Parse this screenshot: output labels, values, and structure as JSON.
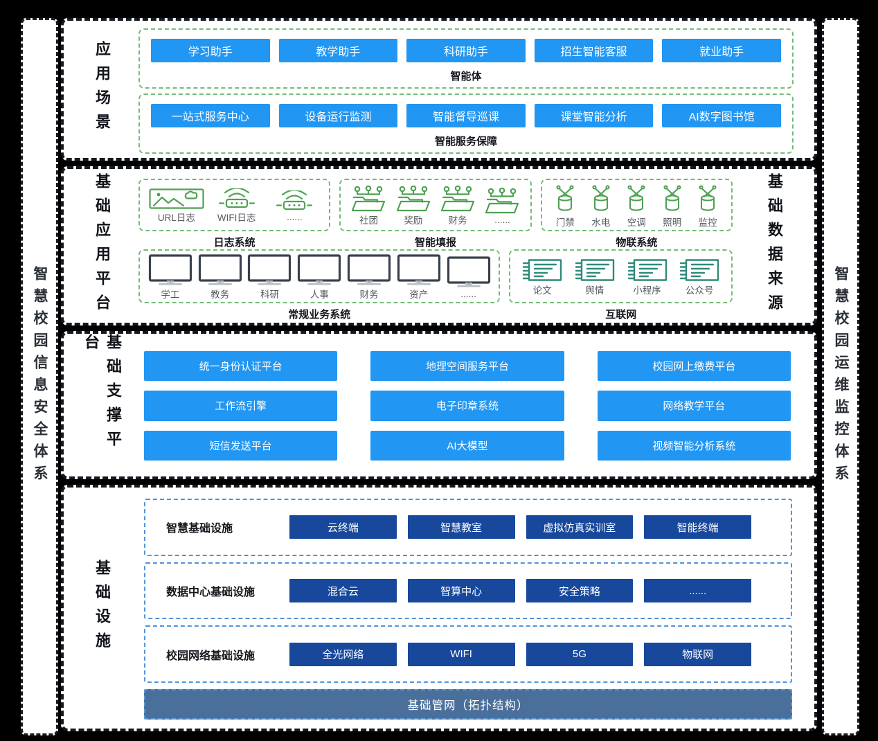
{
  "colors": {
    "background": "#000000",
    "panel": "#ffffff",
    "accent_blue": "#2196f3",
    "navy_blue": "#17489c",
    "slate_footer": "#4b6f9b",
    "green_dash": "#72bd76",
    "green_icon": "#4ea152",
    "teal_icon": "#2f8a7a",
    "blue_dash": "#4f94d9"
  },
  "sidebars": {
    "left": "智慧校园信息安全体系",
    "right": "智慧校园运维监控体系"
  },
  "sections": {
    "app": {
      "label": "应用场景",
      "groups": [
        {
          "label": "智能体",
          "buttons": [
            "学习助手",
            "教学助手",
            "科研助手",
            "招生智能客服",
            "就业助手"
          ]
        },
        {
          "label": "智能服务保障",
          "buttons": [
            "一站式服务中心",
            "设备运行监测",
            "智能督导巡课",
            "课堂智能分析",
            "AI数字图书馆"
          ]
        }
      ]
    },
    "base_app": {
      "label": "基础应用平台",
      "right_label": "基础数据来源",
      "groups": [
        {
          "label": "日志系统",
          "items": [
            {
              "icon": "image-icon",
              "text": "URL日志"
            },
            {
              "icon": "wifi-router-icon",
              "text": "WIFI日志"
            },
            {
              "icon": "wifi-router-icon",
              "text": "......"
            }
          ]
        },
        {
          "label": "智能填报",
          "items": [
            {
              "icon": "folder-users-icon",
              "text": "社团"
            },
            {
              "icon": "folder-users-icon",
              "text": "奖励"
            },
            {
              "icon": "folder-users-icon",
              "text": "财务"
            },
            {
              "icon": "folder-users-icon",
              "text": "......"
            }
          ]
        },
        {
          "label": "物联系统",
          "items": [
            {
              "icon": "iot-device-icon",
              "text": "门禁"
            },
            {
              "icon": "iot-device-icon",
              "text": "水电"
            },
            {
              "icon": "iot-device-icon",
              "text": "空调"
            },
            {
              "icon": "iot-device-icon",
              "text": "照明"
            },
            {
              "icon": "iot-device-icon",
              "text": "监控"
            }
          ]
        },
        {
          "label": "常规业务系统",
          "items": [
            {
              "icon": "monitor-icon",
              "text": "学工"
            },
            {
              "icon": "monitor-icon",
              "text": "教务"
            },
            {
              "icon": "monitor-icon",
              "text": "科研"
            },
            {
              "icon": "monitor-icon",
              "text": "人事"
            },
            {
              "icon": "monitor-icon",
              "text": "财务"
            },
            {
              "icon": "monitor-icon",
              "text": "资产"
            },
            {
              "icon": "monitor-icon",
              "text": "......"
            }
          ]
        },
        {
          "label": "互联网",
          "items": [
            {
              "icon": "notebook-icon",
              "text": "论文"
            },
            {
              "icon": "notebook-icon",
              "text": "舆情"
            },
            {
              "icon": "notebook-icon",
              "text": "小程序"
            },
            {
              "icon": "notebook-icon",
              "text": "公众号"
            }
          ]
        }
      ]
    },
    "support": {
      "label": "基础支撑平台",
      "rows": [
        [
          "统一身份认证平台",
          "地理空间服务平台",
          "校园网上缴费平台"
        ],
        [
          "工作流引擎",
          "电子印章系统",
          "网络教学平台"
        ],
        [
          "短信发送平台",
          "AI大模型",
          "视频智能分析系统"
        ]
      ]
    },
    "infra": {
      "label": "基础设施",
      "rows": [
        {
          "label": "智慧基础设施",
          "buttons": [
            "云终端",
            "智慧教室",
            "虚拟仿真实训室",
            "智能终端"
          ]
        },
        {
          "label": "数据中心基础设施",
          "buttons": [
            "混合云",
            "智算中心",
            "安全策略",
            "......"
          ]
        },
        {
          "label": "校园网络基础设施",
          "buttons": [
            "全光网络",
            "WIFI",
            "5G",
            "物联网"
          ]
        }
      ],
      "footer": "基础管网（拓扑结构）"
    }
  }
}
